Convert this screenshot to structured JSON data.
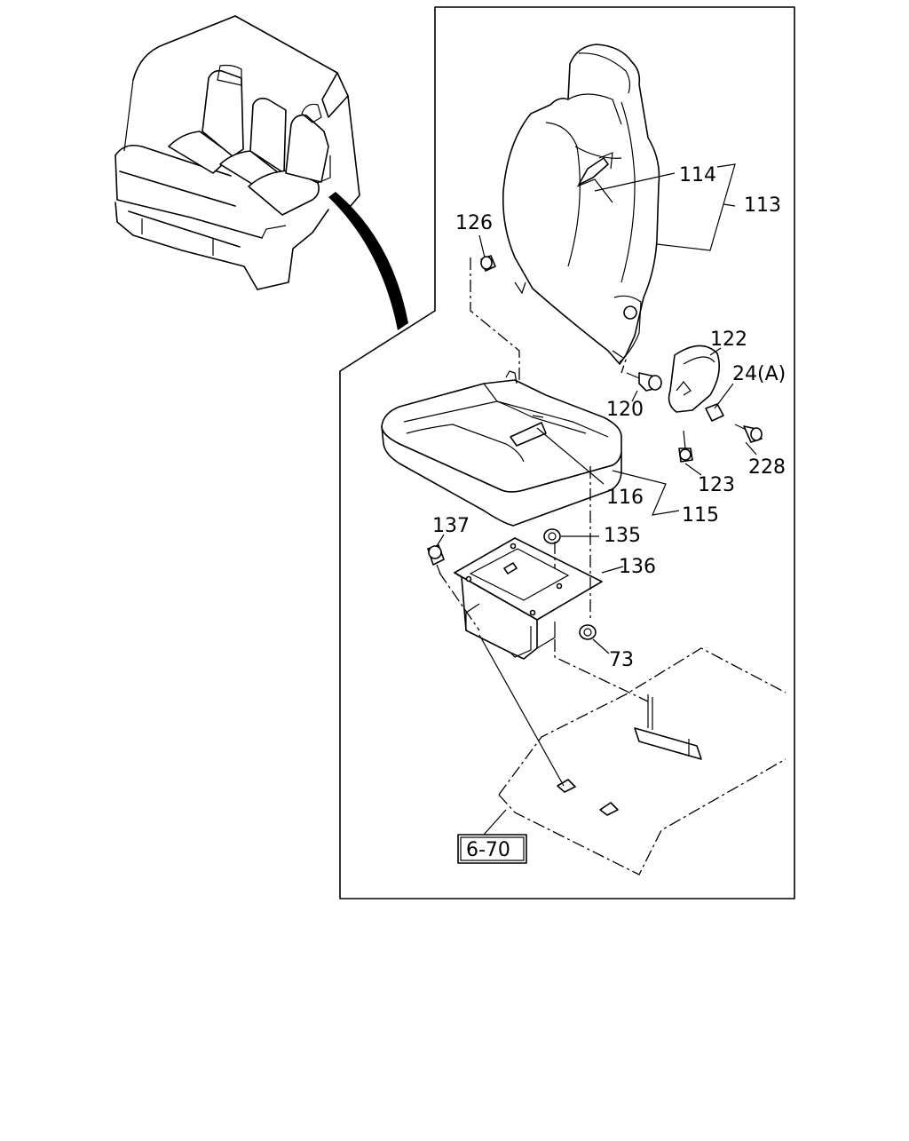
{
  "callouts": {
    "c114": "114",
    "c113": "113",
    "c126": "126",
    "c122": "122",
    "c24a": "24(A)",
    "c120": "120",
    "c228": "228",
    "c123": "123",
    "c116": "116",
    "c115": "115",
    "c137": "137",
    "c135": "135",
    "c136": "136",
    "c73": "73"
  },
  "reference_box": "6-70"
}
